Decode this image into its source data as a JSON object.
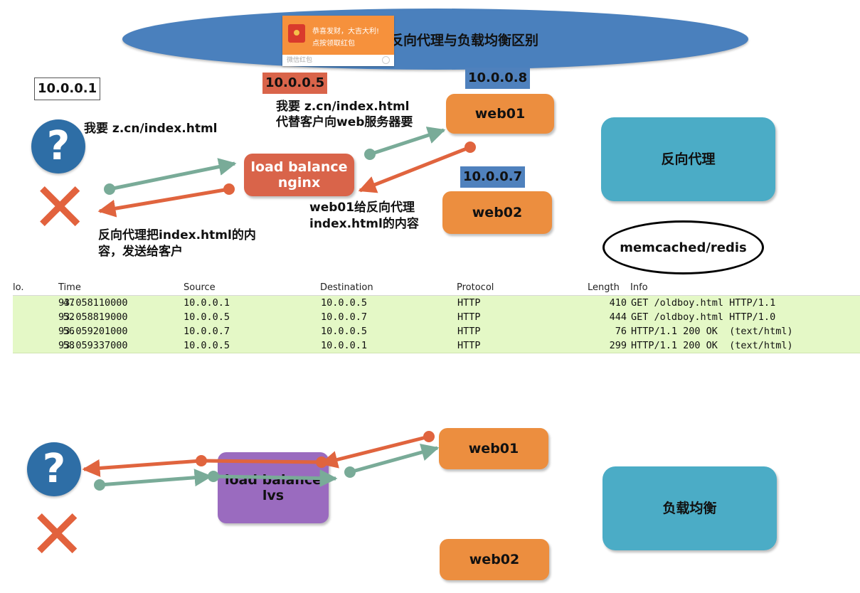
{
  "reverse_proxy_diagram": {
    "title": "反向代理与负载均衡区别",
    "red_packet": {
      "line1": "恭喜发财，大吉大利!",
      "line2": "点按领取红包",
      "footer": "微信红包"
    },
    "client_ip": "10.0.0.1",
    "lb_ip": "10.0.0.5",
    "web01_ip": "10.0.0.8",
    "web02_ip": "10.0.0.7",
    "client_request_note": "我要 z.cn/index.html",
    "lb_request_note_line1": "我要 z.cn/index.html",
    "lb_request_note_line2": "代替客户向web服务器要",
    "load_balancer_line1": "load balance",
    "load_balancer_line2": "nginx",
    "web01": "web01",
    "web02": "web02",
    "web_response_note_line1": "web01给反向代理",
    "web_response_note_line2": "index.html的内容",
    "proxy_response_note_line1": "反向代理把index.html的内",
    "proxy_response_note_line2": "容，发送给客户",
    "category_label": "反向代理",
    "cache_label": "memcached/redis",
    "colors": {
      "request_arrow": "#79ab98",
      "response_arrow": "#e0643e",
      "title_bg": "#4a80bd"
    }
  },
  "packet_capture": {
    "columns": [
      "lo.",
      "Time",
      "Source",
      "Destination",
      "Protocol",
      "Length",
      "Info"
    ],
    "rows": [
      {
        "no": "47",
        "time": "93.058110000",
        "source": "10.0.0.1",
        "destination": "10.0.0.5",
        "protocol": "HTTP",
        "length": "410",
        "info": "GET /oldboy.html HTTP/1.1"
      },
      {
        "no": "52",
        "time": "93.058819000",
        "source": "10.0.0.5",
        "destination": "10.0.0.7",
        "protocol": "HTTP",
        "length": "444",
        "info": "GET /oldboy.html HTTP/1.0"
      },
      {
        "no": "56",
        "time": "93.059201000",
        "source": "10.0.0.7",
        "destination": "10.0.0.5",
        "protocol": "HTTP",
        "length": "76",
        "info": "HTTP/1.1 200 OK  (text/html)"
      },
      {
        "no": "58",
        "time": "93.059337000",
        "source": "10.0.0.5",
        "destination": "10.0.0.1",
        "protocol": "HTTP",
        "length": "299",
        "info": "HTTP/1.1 200 OK  (text/html)"
      }
    ]
  },
  "load_balance_diagram": {
    "load_balancer_line1": "load balance",
    "load_balancer_line2": "lvs",
    "web01": "web01",
    "web02": "web02",
    "category_label": "负载均衡"
  }
}
